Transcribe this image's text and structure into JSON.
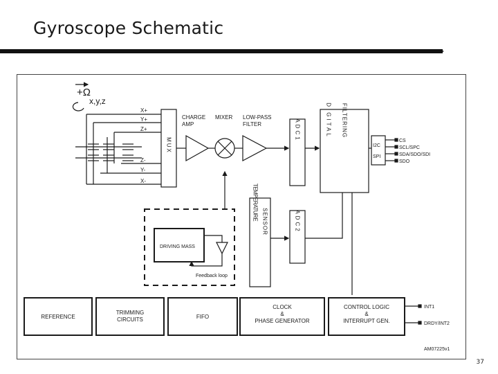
{
  "slide": {
    "title": "Gyroscope Schematic",
    "page_number": "37"
  },
  "colors": {
    "ink": "#1a1a1a",
    "accent_blue": "#3a7cc0"
  },
  "diagram": {
    "axis_label": "x,y,z",
    "omega_label": "+Ω",
    "pins_in": [
      "X+",
      "Y+",
      "Z+",
      "Z-",
      "Y-",
      "X-"
    ],
    "mux": "MUX",
    "charge_amp": [
      "CHARGE",
      "AMP"
    ],
    "mixer": "MIXER",
    "low_pass": [
      "LOW-PASS",
      "FILTER"
    ],
    "adc1": "ADC1",
    "digital": "DIGITAL",
    "filtering": "FILTERING",
    "i2c_spi": [
      "I2C",
      "SPI"
    ],
    "pins_out": [
      "CS",
      "SCL/SPC",
      "SDA/SDO/SDI",
      "SDO"
    ],
    "temperature": "TEMPERATURE",
    "sensor": "SENSOR",
    "adc2": "ADC2",
    "driving_mass": "DRIVING MASS",
    "feedback_loop": "Feedback loop",
    "reference": "REFERENCE",
    "trimming": [
      "TRIMMING",
      "CIRCUITS"
    ],
    "fifo": "FIFO",
    "clock": [
      "CLOCK",
      "&",
      "PHASE GENERATOR"
    ],
    "control": [
      "CONTROL LOGIC",
      "&",
      "INTERRUPT GEN."
    ],
    "int1": "INT1",
    "drdy": "DRDY/INT2",
    "figure_id": "AM07225v1"
  }
}
